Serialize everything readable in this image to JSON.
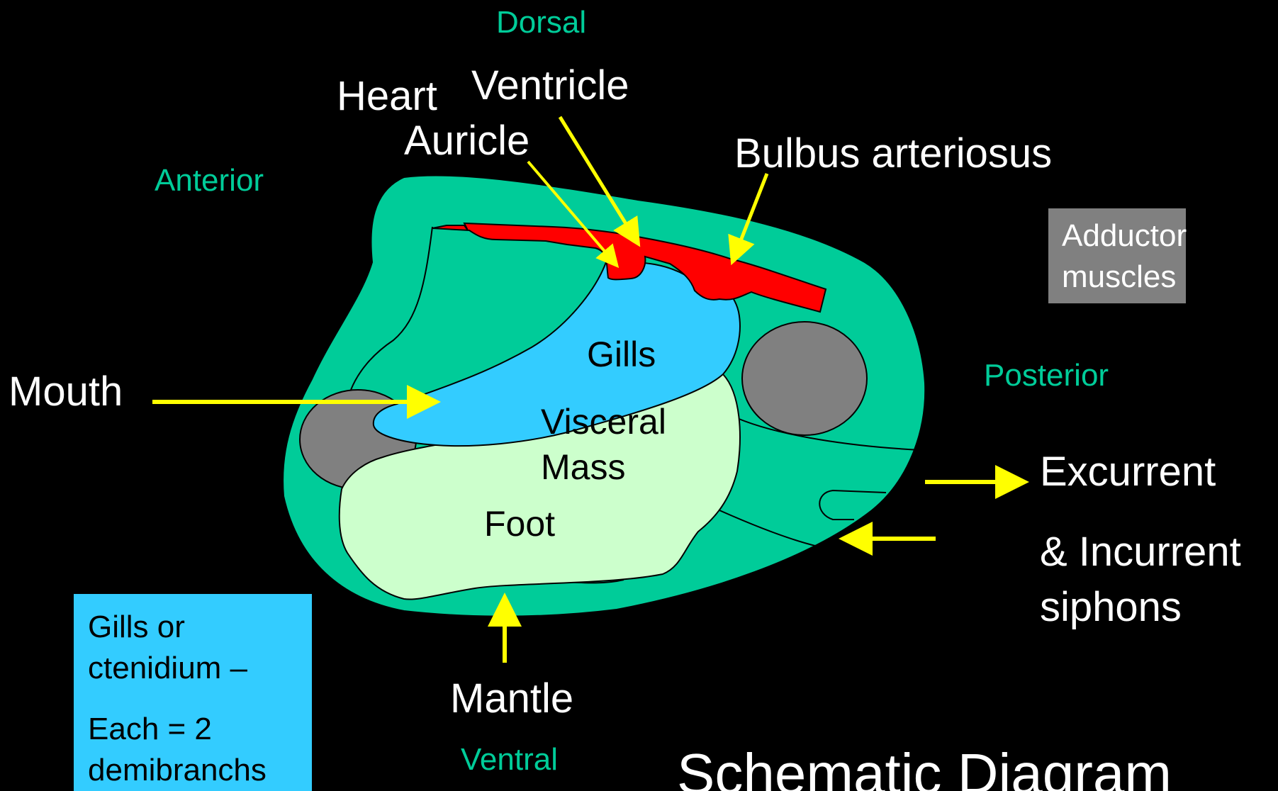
{
  "orientation": {
    "dorsal": "Dorsal",
    "ventral": "Ventral",
    "anterior": "Anterior",
    "posterior": "Posterior"
  },
  "labels": {
    "heart": "Heart",
    "ventricle": "Ventricle",
    "auricle": "Auricle",
    "bulbus": "Bulbus arteriosus",
    "mouth": "Mouth",
    "gills": "Gills",
    "visceral_line1": "Visceral",
    "visceral_line2": "Mass",
    "foot": "Foot",
    "mantle": "Mantle",
    "excurrent": "Excurrent",
    "incurrent_line1": "& Incurrent",
    "incurrent_line2": "siphons"
  },
  "adductor_box": {
    "line1": "Adductor",
    "line2": "muscles"
  },
  "gills_box": {
    "line1": "Gills or",
    "line2": "ctenidium –",
    "line3": "Each = 2",
    "line4": "demibranchs"
  },
  "title": "Schematic Diagram",
  "colors": {
    "background": "#000000",
    "mantle": "#00cc99",
    "gills": "#33ccff",
    "foot": "#ccffcc",
    "heart": "#ff0000",
    "adductor": "#808080",
    "arrow": "#ffff00",
    "orientation_text": "#00cc99"
  }
}
